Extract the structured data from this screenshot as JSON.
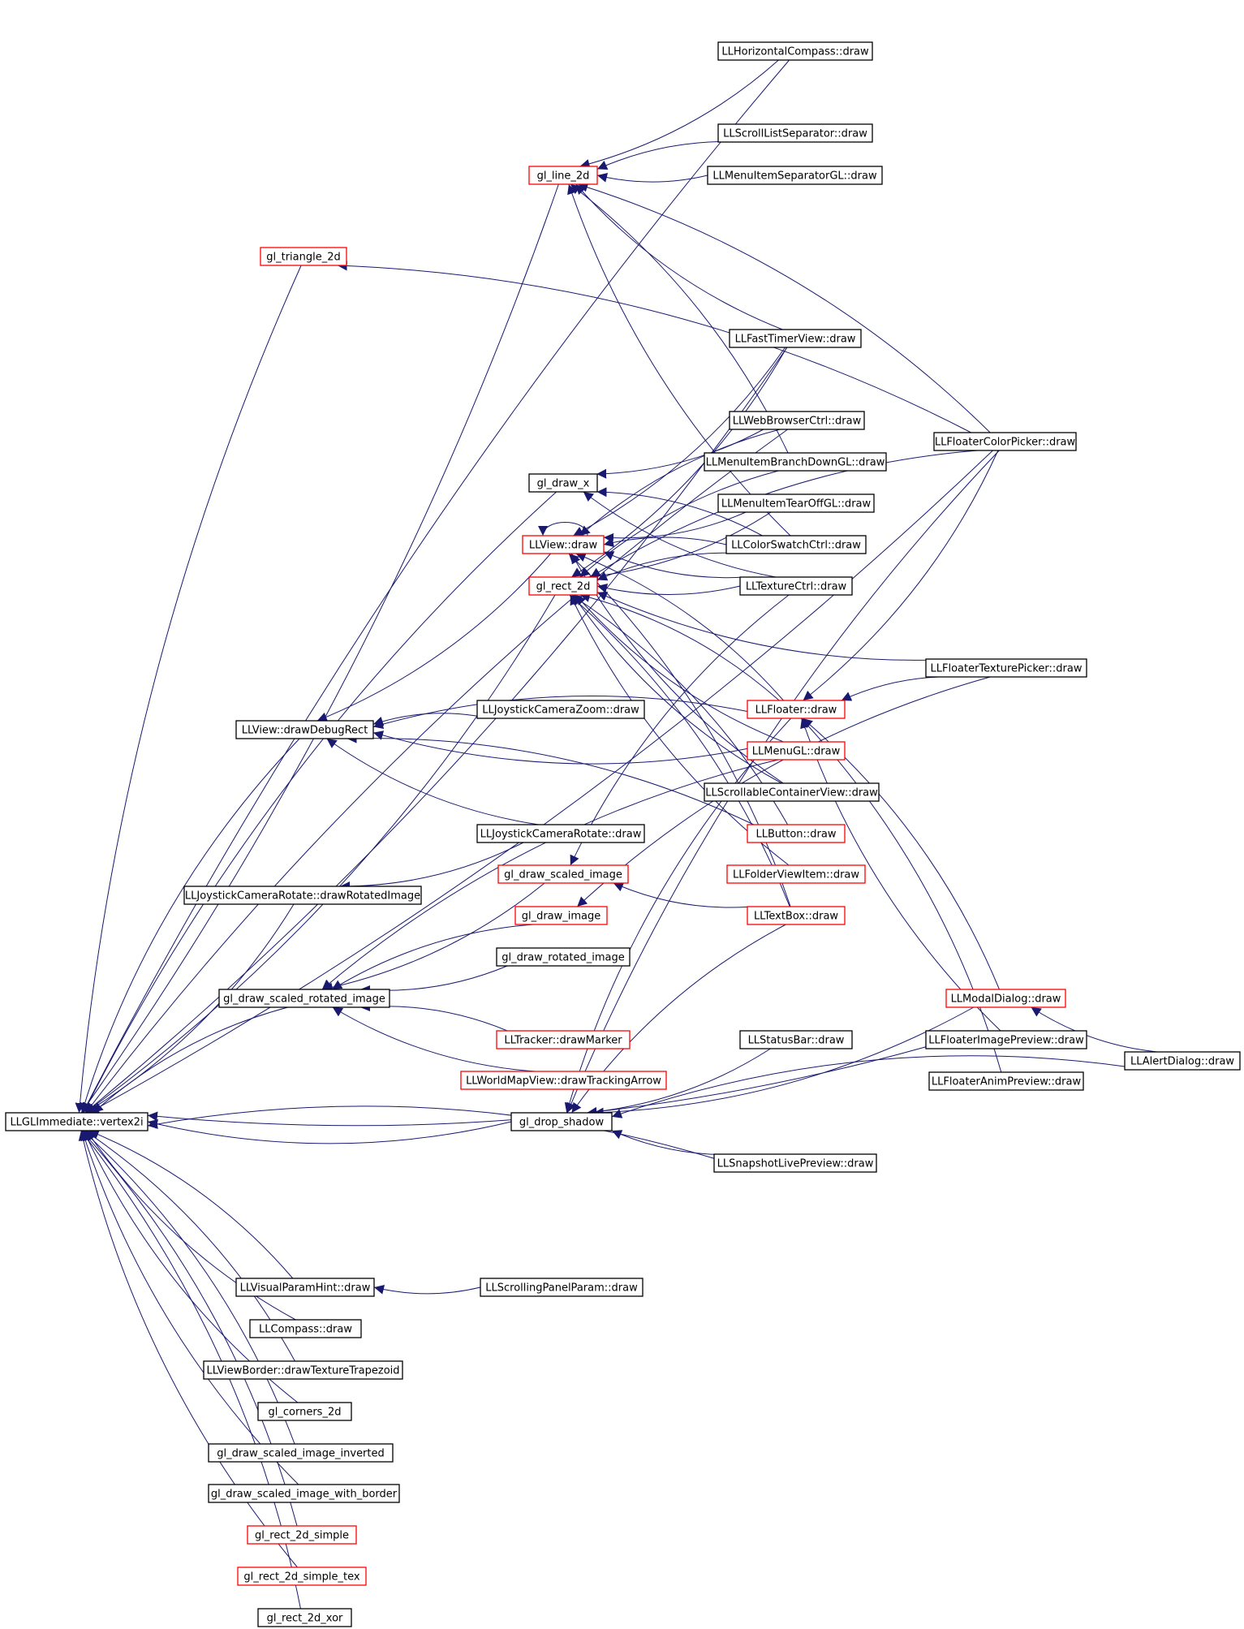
{
  "colors": {
    "edge": "#191970",
    "arrowhead": "#191970",
    "node_border_default": "#000000",
    "node_border_truncated": "#ff0000",
    "node_root_fill": "#bfbfbf",
    "node_fill": "#ffffff"
  },
  "root": "LLGLImmediate::vertex2i",
  "nodes": [
    {
      "id": "vertex2i",
      "label": "LLGLImmediate::vertex2i",
      "border": "black",
      "root": true
    },
    {
      "id": "hcompass",
      "label": "LLHorizontalCompass::draw",
      "border": "black"
    },
    {
      "id": "scrolllistsep",
      "label": "LLScrollListSeparator::draw",
      "border": "black"
    },
    {
      "id": "menuitemsep",
      "label": "LLMenuItemSeparatorGL::draw",
      "border": "black"
    },
    {
      "id": "gl_line_2d",
      "label": "gl_line_2d",
      "border": "red"
    },
    {
      "id": "gl_triangle_2d",
      "label": "gl_triangle_2d",
      "border": "red"
    },
    {
      "id": "fasttimer",
      "label": "LLFastTimerView::draw",
      "border": "black"
    },
    {
      "id": "webbrowser",
      "label": "LLWebBrowserCtrl::draw",
      "border": "black"
    },
    {
      "id": "colorpicker",
      "label": "LLFloaterColorPicker::draw",
      "border": "black"
    },
    {
      "id": "branchdown",
      "label": "LLMenuItemBranchDownGL::draw",
      "border": "black"
    },
    {
      "id": "gl_draw_x",
      "label": "gl_draw_x",
      "border": "black"
    },
    {
      "id": "tearoff",
      "label": "LLMenuItemTearOffGL::draw",
      "border": "black"
    },
    {
      "id": "llview_draw",
      "label": "LLView::draw",
      "border": "red"
    },
    {
      "id": "colorswatch",
      "label": "LLColorSwatchCtrl::draw",
      "border": "black"
    },
    {
      "id": "gl_rect_2d",
      "label": "gl_rect_2d",
      "border": "red"
    },
    {
      "id": "texturectrl",
      "label": "LLTextureCtrl::draw",
      "border": "black"
    },
    {
      "id": "texturepicker",
      "label": "LLFloaterTexturePicker::draw",
      "border": "black"
    },
    {
      "id": "joyzoom",
      "label": "LLJoystickCameraZoom::draw",
      "border": "black"
    },
    {
      "id": "floater",
      "label": "LLFloater::draw",
      "border": "red"
    },
    {
      "id": "drawdebugrect",
      "label": "LLView::drawDebugRect",
      "border": "black"
    },
    {
      "id": "menugl",
      "label": "LLMenuGL::draw",
      "border": "red"
    },
    {
      "id": "scrollcontainer",
      "label": "LLScrollableContainerView::draw",
      "border": "black"
    },
    {
      "id": "joyrotate",
      "label": "LLJoystickCameraRotate::draw",
      "border": "black"
    },
    {
      "id": "button",
      "label": "LLButton::draw",
      "border": "red"
    },
    {
      "id": "gl_draw_scaled_image",
      "label": "gl_draw_scaled_image",
      "border": "red"
    },
    {
      "id": "folderviewitem",
      "label": "LLFolderViewItem::draw",
      "border": "red"
    },
    {
      "id": "joyrotatedrawimg",
      "label": "LLJoystickCameraRotate::drawRotatedImage",
      "border": "black"
    },
    {
      "id": "gl_draw_image",
      "label": "gl_draw_image",
      "border": "red"
    },
    {
      "id": "textbox",
      "label": "LLTextBox::draw",
      "border": "red"
    },
    {
      "id": "gl_draw_rotated_image",
      "label": "gl_draw_rotated_image",
      "border": "black"
    },
    {
      "id": "gl_draw_scaled_rotated_image",
      "label": "gl_draw_scaled_rotated_image",
      "border": "black"
    },
    {
      "id": "modaldialog",
      "label": "LLModalDialog::draw",
      "border": "red"
    },
    {
      "id": "trackermarker",
      "label": "LLTracker::drawMarker",
      "border": "red"
    },
    {
      "id": "statusbar",
      "label": "LLStatusBar::draw",
      "border": "black"
    },
    {
      "id": "imagepreview",
      "label": "LLFloaterImagePreview::draw",
      "border": "black"
    },
    {
      "id": "alertdialog",
      "label": "LLAlertDialog::draw",
      "border": "black"
    },
    {
      "id": "worldmaparrow",
      "label": "LLWorldMapView::drawTrackingArrow",
      "border": "red"
    },
    {
      "id": "animpreview",
      "label": "LLFloaterAnimPreview::draw",
      "border": "black"
    },
    {
      "id": "gl_drop_shadow",
      "label": "gl_drop_shadow",
      "border": "black"
    },
    {
      "id": "snapshot",
      "label": "LLSnapshotLivePreview::draw",
      "border": "black"
    },
    {
      "id": "visualparamhint",
      "label": "LLVisualParamHint::draw",
      "border": "black"
    },
    {
      "id": "scrollingpanel",
      "label": "LLScrollingPanelParam::draw",
      "border": "black"
    },
    {
      "id": "llcompass",
      "label": "LLCompass::draw",
      "border": "black"
    },
    {
      "id": "trapezoid",
      "label": "LLViewBorder::drawTextureTrapezoid",
      "border": "black"
    },
    {
      "id": "gl_corners_2d",
      "label": "gl_corners_2d",
      "border": "black"
    },
    {
      "id": "scaled_inverted",
      "label": "gl_draw_scaled_image_inverted",
      "border": "black"
    },
    {
      "id": "scaled_border",
      "label": "gl_draw_scaled_image_with_border",
      "border": "black"
    },
    {
      "id": "rect_simple",
      "label": "gl_rect_2d_simple",
      "border": "red"
    },
    {
      "id": "rect_simple_tex",
      "label": "gl_rect_2d_simple_tex",
      "border": "red"
    },
    {
      "id": "rect_xor",
      "label": "gl_rect_2d_xor",
      "border": "black"
    }
  ],
  "edges": [
    {
      "from": "hcompass",
      "to": "vertex2i"
    },
    {
      "from": "gl_line_2d",
      "to": "vertex2i"
    },
    {
      "from": "gl_triangle_2d",
      "to": "vertex2i"
    },
    {
      "from": "fasttimer",
      "to": "vertex2i"
    },
    {
      "from": "webbrowser",
      "to": "vertex2i"
    },
    {
      "from": "colorpicker",
      "to": "vertex2i"
    },
    {
      "from": "gl_draw_x",
      "to": "vertex2i"
    },
    {
      "from": "gl_rect_2d",
      "to": "vertex2i"
    },
    {
      "from": "drawdebugrect",
      "to": "vertex2i"
    },
    {
      "from": "joyrotatedrawimg",
      "to": "vertex2i"
    },
    {
      "from": "gl_draw_scaled_rotated_image",
      "to": "vertex2i"
    },
    {
      "from": "gl_drop_shadow",
      "to": "vertex2i"
    },
    {
      "from": "snapshot",
      "to": "vertex2i"
    },
    {
      "from": "imagepreview",
      "to": "vertex2i"
    },
    {
      "from": "visualparamhint",
      "to": "vertex2i"
    },
    {
      "from": "llcompass",
      "to": "vertex2i"
    },
    {
      "from": "trapezoid",
      "to": "vertex2i"
    },
    {
      "from": "gl_corners_2d",
      "to": "vertex2i"
    },
    {
      "from": "scaled_inverted",
      "to": "vertex2i"
    },
    {
      "from": "scaled_border",
      "to": "vertex2i"
    },
    {
      "from": "rect_simple",
      "to": "vertex2i"
    },
    {
      "from": "rect_simple_tex",
      "to": "vertex2i"
    },
    {
      "from": "rect_xor",
      "to": "vertex2i"
    },
    {
      "from": "hcompass",
      "to": "gl_line_2d"
    },
    {
      "from": "scrolllistsep",
      "to": "gl_line_2d"
    },
    {
      "from": "menuitemsep",
      "to": "gl_line_2d"
    },
    {
      "from": "colorpicker",
      "to": "gl_line_2d"
    },
    {
      "from": "fasttimer",
      "to": "gl_line_2d"
    },
    {
      "from": "branchdown",
      "to": "gl_line_2d"
    },
    {
      "from": "colorswatch",
      "to": "gl_line_2d"
    },
    {
      "from": "colorpicker",
      "to": "gl_triangle_2d"
    },
    {
      "from": "webbrowser",
      "to": "gl_draw_x"
    },
    {
      "from": "colorswatch",
      "to": "gl_draw_x"
    },
    {
      "from": "texturectrl",
      "to": "gl_draw_x"
    },
    {
      "from": "llview_draw",
      "to": "llview_draw"
    },
    {
      "from": "fasttimer",
      "to": "llview_draw"
    },
    {
      "from": "webbrowser",
      "to": "llview_draw"
    },
    {
      "from": "tearoff",
      "to": "llview_draw"
    },
    {
      "from": "colorswatch",
      "to": "llview_draw"
    },
    {
      "from": "texturectrl",
      "to": "llview_draw"
    },
    {
      "from": "floater",
      "to": "llview_draw"
    },
    {
      "from": "scrollcontainer",
      "to": "llview_draw"
    },
    {
      "from": "textbox",
      "to": "llview_draw"
    },
    {
      "from": "fasttimer",
      "to": "gl_rect_2d"
    },
    {
      "from": "branchdown",
      "to": "gl_rect_2d"
    },
    {
      "from": "tearoff",
      "to": "gl_rect_2d"
    },
    {
      "from": "colorswatch",
      "to": "gl_rect_2d"
    },
    {
      "from": "texturectrl",
      "to": "gl_rect_2d"
    },
    {
      "from": "colorpicker",
      "to": "gl_rect_2d"
    },
    {
      "from": "texturepicker",
      "to": "gl_rect_2d"
    },
    {
      "from": "floater",
      "to": "gl_rect_2d"
    },
    {
      "from": "menugl",
      "to": "gl_rect_2d"
    },
    {
      "from": "button",
      "to": "gl_rect_2d"
    },
    {
      "from": "folderviewitem",
      "to": "gl_rect_2d"
    },
    {
      "from": "textbox",
      "to": "gl_rect_2d"
    },
    {
      "from": "scrollcontainer",
      "to": "gl_rect_2d"
    },
    {
      "from": "texturepicker",
      "to": "floater"
    },
    {
      "from": "colorpicker",
      "to": "floater"
    },
    {
      "from": "modaldialog",
      "to": "floater"
    },
    {
      "from": "imagepreview",
      "to": "floater"
    },
    {
      "from": "animpreview",
      "to": "floater"
    },
    {
      "from": "llview_draw",
      "to": "drawdebugrect"
    },
    {
      "from": "joyzoom",
      "to": "drawdebugrect"
    },
    {
      "from": "joyrotate",
      "to": "drawdebugrect"
    },
    {
      "from": "floater",
      "to": "drawdebugrect"
    },
    {
      "from": "menugl",
      "to": "drawdebugrect"
    },
    {
      "from": "button",
      "to": "drawdebugrect"
    },
    {
      "from": "joyrotate",
      "to": "joyrotatedrawimg"
    },
    {
      "from": "texturectrl",
      "to": "gl_draw_scaled_image"
    },
    {
      "from": "textbox",
      "to": "gl_draw_scaled_image"
    },
    {
      "from": "texturepicker",
      "to": "gl_draw_image"
    },
    {
      "from": "gl_draw_scaled_image",
      "to": "gl_draw_scaled_rotated_image"
    },
    {
      "from": "gl_draw_image",
      "to": "gl_draw_scaled_rotated_image"
    },
    {
      "from": "gl_draw_rotated_image",
      "to": "gl_draw_scaled_rotated_image"
    },
    {
      "from": "trackermarker",
      "to": "gl_draw_scaled_rotated_image"
    },
    {
      "from": "worldmaparrow",
      "to": "gl_draw_scaled_rotated_image"
    },
    {
      "from": "menugl",
      "to": "gl_draw_scaled_rotated_image"
    },
    {
      "from": "alertdialog",
      "to": "modaldialog"
    },
    {
      "from": "floater",
      "to": "gl_drop_shadow"
    },
    {
      "from": "statusbar",
      "to": "gl_drop_shadow"
    },
    {
      "from": "textbox",
      "to": "gl_drop_shadow"
    },
    {
      "from": "modaldialog",
      "to": "gl_drop_shadow"
    },
    {
      "from": "alertdialog",
      "to": "gl_drop_shadow"
    },
    {
      "from": "snapshot",
      "to": "gl_drop_shadow"
    },
    {
      "from": "colorpicker",
      "to": "gl_drop_shadow"
    },
    {
      "from": "scrollingpanel",
      "to": "visualparamhint"
    }
  ]
}
